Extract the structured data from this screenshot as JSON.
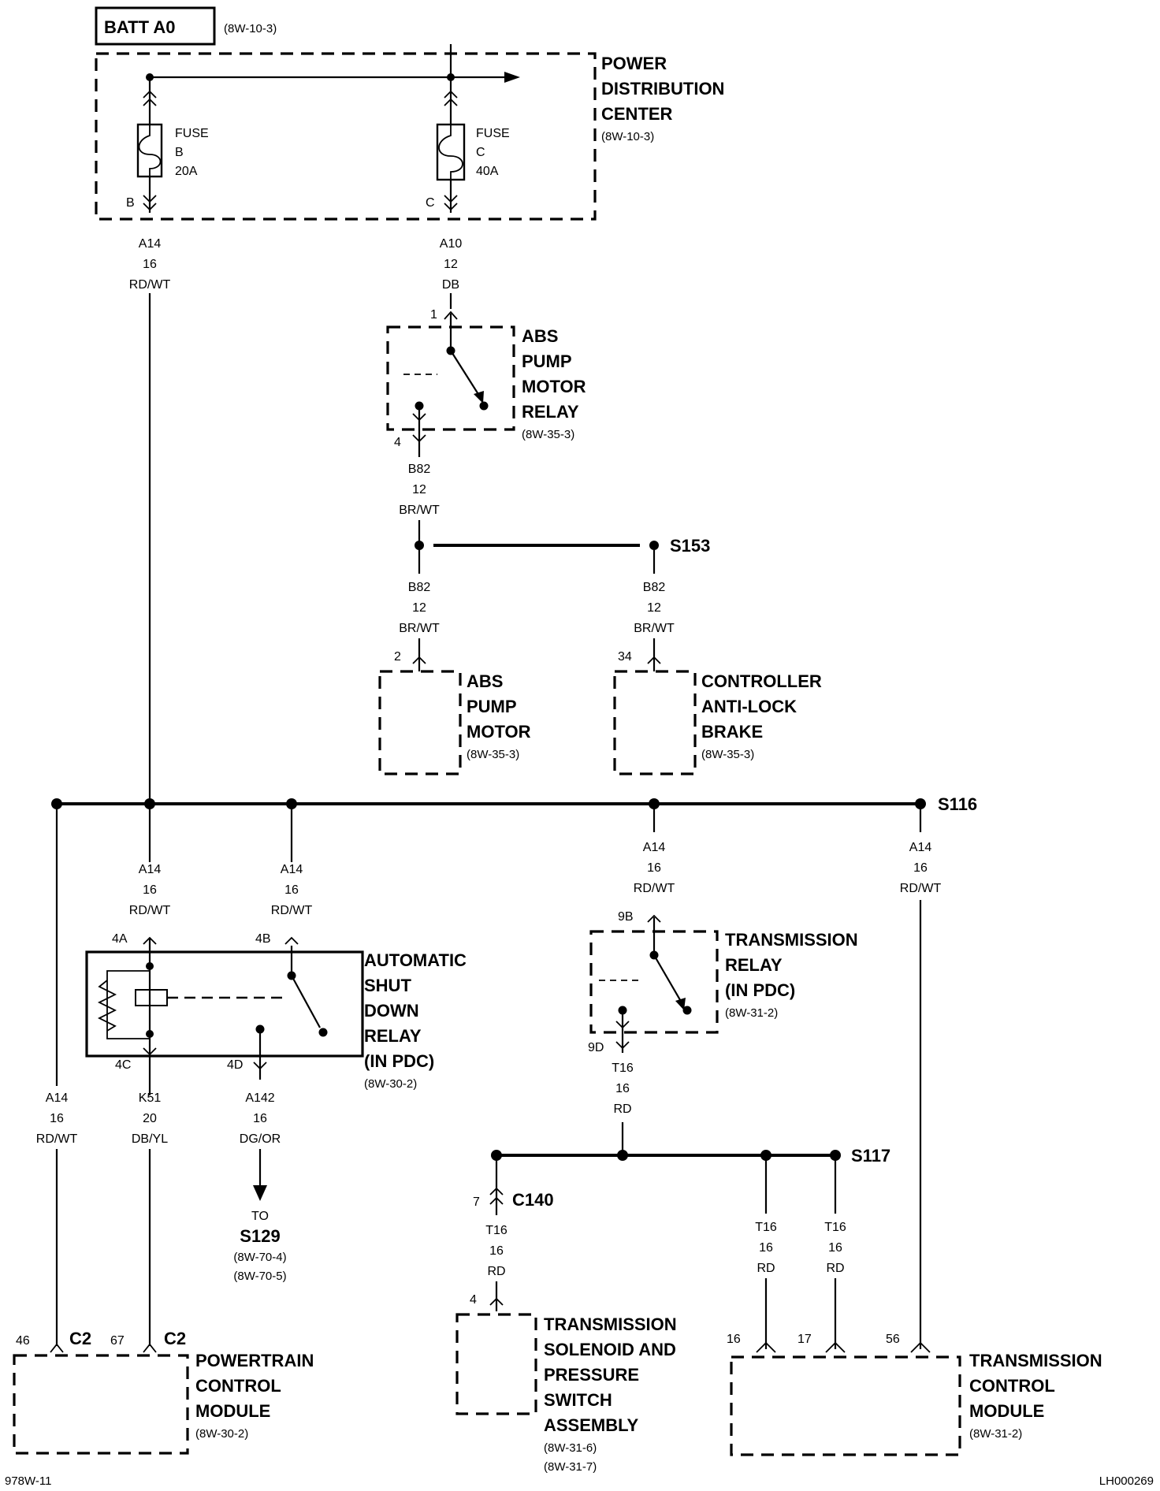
{
  "batt": {
    "label": "BATT A0",
    "ref": "(8W-10-3)"
  },
  "pdc": {
    "lines": [
      "POWER",
      "DISTRIBUTION",
      "CENTER"
    ],
    "ref": "(8W-10-3)"
  },
  "fuse_b": {
    "lines": [
      "FUSE",
      "B",
      "20A"
    ],
    "pin": "B"
  },
  "fuse_c": {
    "lines": [
      "FUSE",
      "C",
      "40A"
    ],
    "pin": "C"
  },
  "wires": {
    "a14_top": [
      "A14",
      "16",
      "RD/WT"
    ],
    "a10": [
      "A10",
      "12",
      "DB"
    ],
    "b82_relay": [
      "B82",
      "12",
      "BR/WT"
    ],
    "b82_motor": [
      "B82",
      "12",
      "BR/WT"
    ],
    "b82_ctrl": [
      "B82",
      "12",
      "BR/WT"
    ],
    "a14_asd_a": [
      "A14",
      "16",
      "RD/WT"
    ],
    "a14_asd_b": [
      "A14",
      "16",
      "RD/WT"
    ],
    "a14_trans": [
      "A14",
      "16",
      "RD/WT"
    ],
    "a14_s116": [
      "A14",
      "16",
      "RD/WT"
    ],
    "a14_pcm": [
      "A14",
      "16",
      "RD/WT"
    ],
    "k51": [
      "K51",
      "20",
      "DB/YL"
    ],
    "a142": [
      "A142",
      "16",
      "DG/OR"
    ],
    "t16_relay": [
      "T16",
      "16",
      "RD"
    ],
    "t16_c140": [
      "T16",
      "16",
      "RD"
    ],
    "t16_16": [
      "T16",
      "16",
      "RD"
    ],
    "t16_17": [
      "T16",
      "16",
      "RD"
    ]
  },
  "abs_relay": {
    "lines": [
      "ABS",
      "PUMP",
      "MOTOR",
      "RELAY"
    ],
    "ref": "(8W-35-3)",
    "pin_in": "1",
    "pin_out": "4"
  },
  "s153": "S153",
  "abs_motor": {
    "lines": [
      "ABS",
      "PUMP",
      "MOTOR"
    ],
    "ref": "(8W-35-3)",
    "pin": "2"
  },
  "cab": {
    "lines": [
      "CONTROLLER",
      "ANTI-LOCK",
      "BRAKE"
    ],
    "ref": "(8W-35-3)",
    "pin": "34"
  },
  "s116": "S116",
  "asd": {
    "lines": [
      "AUTOMATIC",
      "SHUT",
      "DOWN",
      "RELAY",
      "(IN PDC)"
    ],
    "ref": "(8W-30-2)",
    "pins": [
      "4A",
      "4B",
      "4C",
      "4D"
    ]
  },
  "trans_relay": {
    "lines": [
      "TRANSMISSION",
      "RELAY",
      "(IN PDC)"
    ],
    "ref": "(8W-31-2)",
    "pin_in": "9B",
    "pin_out": "9D"
  },
  "s129": {
    "to": "TO",
    "label": "S129",
    "refs": [
      "(8W-70-4)",
      "(8W-70-5)"
    ]
  },
  "s117": "S117",
  "c140": {
    "label": "C140",
    "pin": "7"
  },
  "pcm": {
    "lines": [
      "POWERTRAIN",
      "CONTROL",
      "MODULE"
    ],
    "ref": "(8W-30-2)",
    "pins": [
      "46",
      "67"
    ],
    "conn": [
      "C2",
      "C2"
    ]
  },
  "solenoid": {
    "lines": [
      "TRANSMISSION",
      "SOLENOID AND",
      "PRESSURE",
      "SWITCH",
      "ASSEMBLY"
    ],
    "refs": [
      "(8W-31-6)",
      "(8W-31-7)"
    ],
    "pin": "4"
  },
  "tcm": {
    "lines": [
      "TRANSMISSION",
      "CONTROL",
      "MODULE"
    ],
    "ref": "(8W-31-2)",
    "pins": [
      "16",
      "17",
      "56"
    ]
  },
  "footer": {
    "left": "978W-11",
    "right": "LH000269"
  }
}
